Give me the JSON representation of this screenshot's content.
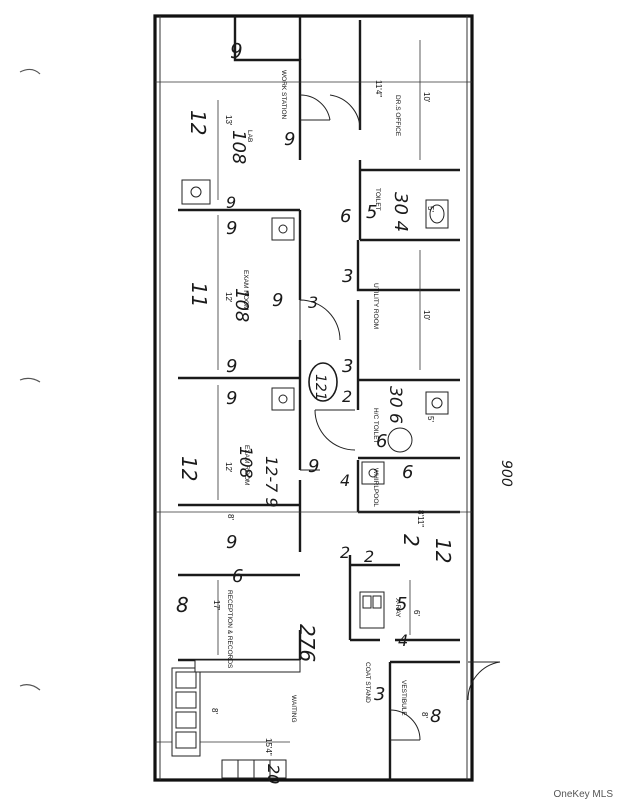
{
  "rooms": {
    "work_station": "WORK STATION",
    "drs_office": "DR.S OFFICE",
    "lab": "LAB",
    "toilet": "TOILET",
    "exam_room_1": "EXAM ROOM",
    "utility_room": "UTILITY ROOM",
    "hc_toilet": "H/C TOILET",
    "exam_room_2": "EXAM ROOM",
    "whirlpool": "WHIRLPOOL",
    "xray": "X-RAY",
    "reception": "RECEPTION & RECORDS",
    "coat_stand": "COAT STAND",
    "waiting": "WAITING",
    "vestibule": "VESTIBULE"
  },
  "dimensions": {
    "top_overall": "11'4\"",
    "office_width": "10'",
    "lab_depth": "13'",
    "exam1_depth": "12'",
    "utility_width": "10'",
    "hc_width": "5'",
    "toilet_width": "5'",
    "exam2_depth": "12'",
    "mid_left": "8'",
    "mid_right": "8'11\"",
    "reception_depth": "17'",
    "xray_width": "6'",
    "waiting_left": "8'",
    "bottom_overall": "15'4\"",
    "vestibule_width": "8'"
  },
  "handwriting": {
    "n9_top": "9",
    "n12_lab": "12",
    "n108": "108",
    "n9_lab": "9",
    "n9_corr": "9",
    "n6_top": "6",
    "n5_toilet": "5",
    "n304": "30 4",
    "n9_exam1": "9",
    "n11": "11",
    "n108b": "108",
    "n9_mid": "9",
    "n3_a": "3",
    "n3_b": "3",
    "n9_exam1b": "9",
    "circled": "121",
    "n3_c": "3",
    "n2": "2",
    "n306": "30 6",
    "n6_hc": "6",
    "n12_exam2": "12",
    "n108c": "108",
    "n1239": "12-7 9",
    "n9_exam2": "9",
    "n4_whirl": "4",
    "n6_whirl": "6",
    "n2_whirl": "2",
    "n9_lower": "9",
    "n12_lower": "12",
    "n2_xray": "2",
    "n2_xray_b": "2",
    "n5_xray": "5",
    "n4_xray": "4",
    "n6_recep": "6",
    "n8_recep": "8",
    "n276": "276",
    "n3_coat": "3",
    "n8_vest": "8",
    "n20": "20",
    "n900": "900"
  },
  "watermark": "OneKey MLS"
}
